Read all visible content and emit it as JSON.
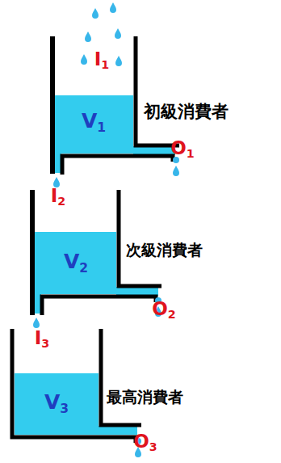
{
  "diagram": {
    "nodes": [
      {
        "text": [
          "V1",
          "初級消費者"
        ]
      },
      {
        "text": [
          "V2",
          "次級消費者"
        ]
      },
      {
        "text": [
          "V3",
          "最高消費者"
        ]
      }
    ],
    "labels": [
      "I1",
      "O1",
      "I2",
      "O2",
      "I3",
      "O3"
    ]
  }
}
